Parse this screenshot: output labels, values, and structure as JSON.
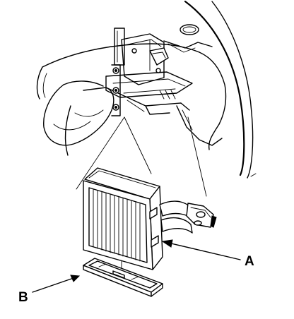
{
  "diagram": {
    "callouts": [
      {
        "id": "A",
        "label": "A"
      },
      {
        "id": "B",
        "label": "B"
      }
    ],
    "parts": [
      "dashboard-assembly",
      "heater-core",
      "heater-core-cover"
    ]
  }
}
